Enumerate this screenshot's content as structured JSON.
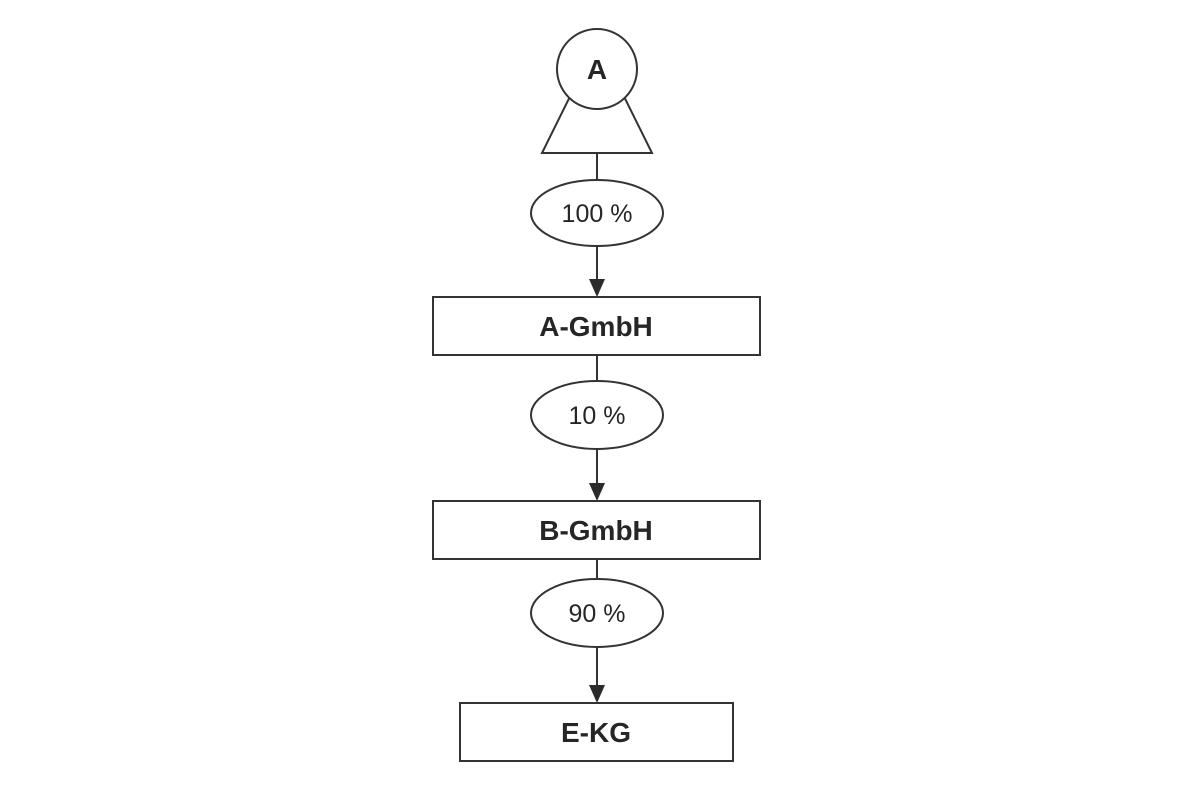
{
  "diagram": {
    "person": {
      "label": "A",
      "symbol": "natural-person-circle-triangle"
    },
    "companies": [
      {
        "label": "A-GmbH"
      },
      {
        "label": "B-GmbH"
      },
      {
        "label": "E-KG"
      }
    ],
    "ownership": [
      {
        "from": "A",
        "to": "A-GmbH",
        "share": "100 %"
      },
      {
        "from": "A-GmbH",
        "to": "B-GmbH",
        "share": "10 %"
      },
      {
        "from": "B-GmbH",
        "to": "E-KG",
        "share": "90 %"
      }
    ],
    "colors": {
      "stroke": "#333333",
      "arrowhead": "#2b2b2b",
      "text": "#262626",
      "background": "#ffffff"
    }
  }
}
